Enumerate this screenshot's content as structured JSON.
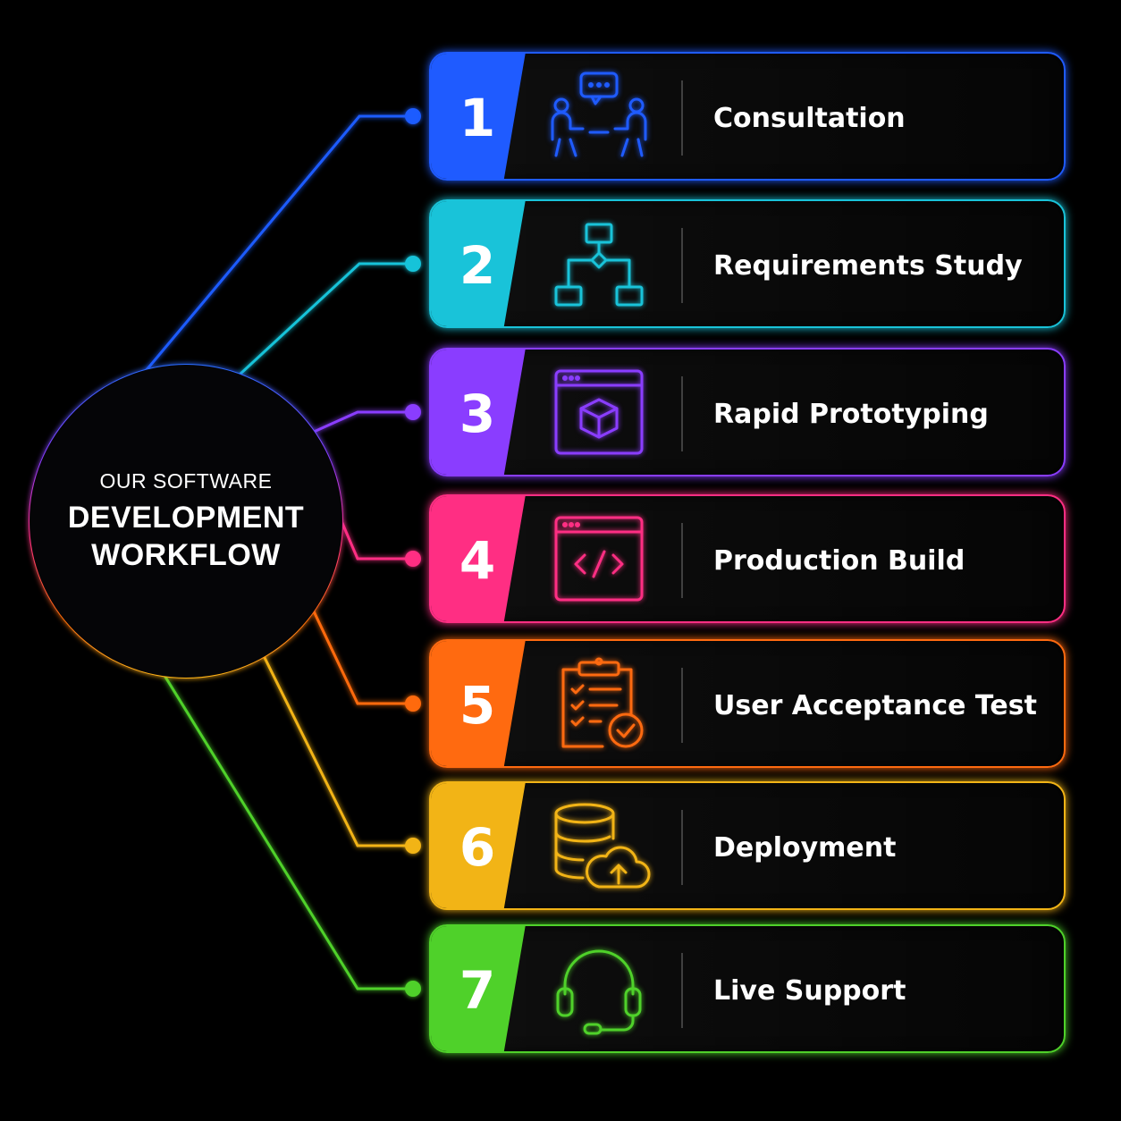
{
  "hub": {
    "line1": "OUR SOFTWARE",
    "line2": "DEVELOPMENT",
    "line3": "WORKFLOW"
  },
  "steps": [
    {
      "number": "1",
      "label": "Consultation",
      "icon": "meeting-chat-icon",
      "color": "#1f5bff"
    },
    {
      "number": "2",
      "label": "Requirements Study",
      "icon": "flowchart-icon",
      "color": "#19c3d9"
    },
    {
      "number": "3",
      "label": "Rapid Prototyping",
      "icon": "browser-cube-icon",
      "color": "#8a3dff"
    },
    {
      "number": "4",
      "label": "Production Build",
      "icon": "browser-code-icon",
      "color": "#ff2e83"
    },
    {
      "number": "5",
      "label": "User Acceptance Test",
      "icon": "clipboard-check-icon",
      "color": "#ff6a10"
    },
    {
      "number": "6",
      "label": "Deployment",
      "icon": "database-cloud-upload-icon",
      "color": "#f2b416"
    },
    {
      "number": "7",
      "label": "Live Support",
      "icon": "headset-icon",
      "color": "#4fd12a"
    }
  ]
}
